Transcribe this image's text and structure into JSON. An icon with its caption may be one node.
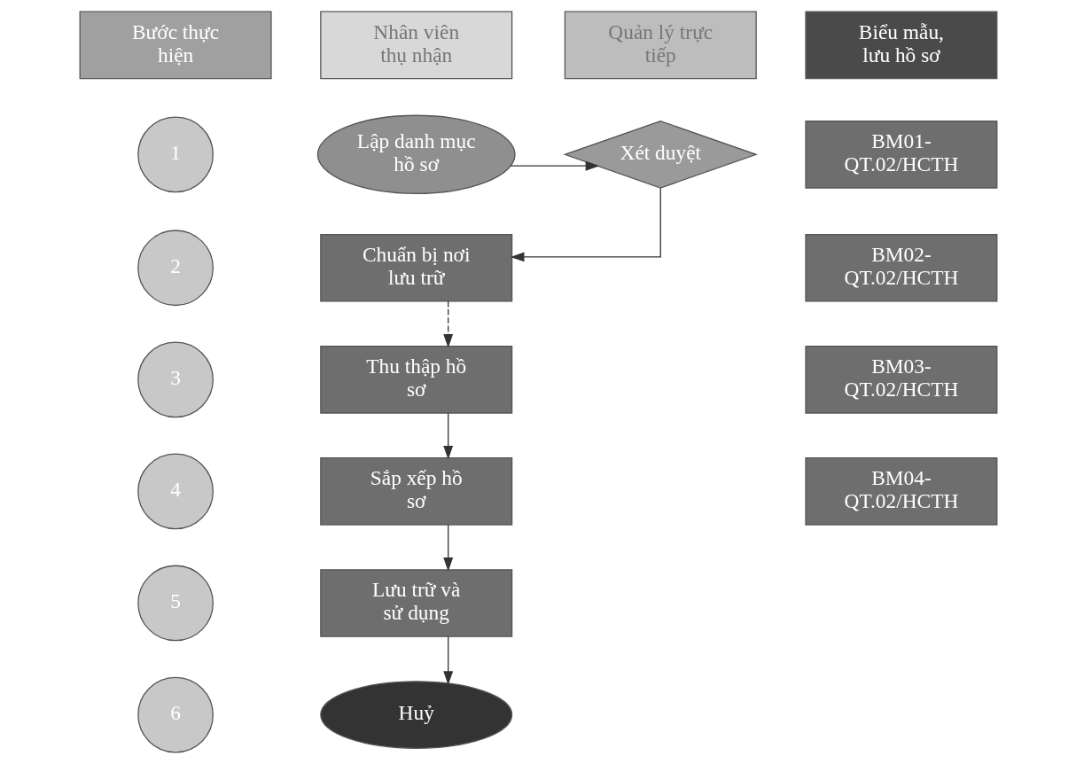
{
  "diagram": {
    "nodes": [
      {
        "text": [
          "Bước thực hiện"
        ]
      },
      {
        "text": [
          "Nhân viên thụ nhận"
        ]
      },
      {
        "text": [
          "Quản lý trực tiếp"
        ]
      },
      {
        "text": [
          "Biểu mẫu, lưu hồ sơ"
        ]
      },
      {
        "text": [
          "1"
        ]
      },
      {
        "text": [
          "Lập danh mục hồ sơ"
        ]
      },
      {
        "text": [
          "Xét duyệt"
        ]
      },
      {
        "text": [
          "BM01- QT.02/HCTH"
        ]
      },
      {
        "text": [
          "2"
        ]
      },
      {
        "text": [
          "Chuẩn bị nơi lưu trữ"
        ]
      },
      {
        "text": [
          "BM02- QT.02/HCTH"
        ]
      },
      {
        "text": [
          "3"
        ]
      },
      {
        "text": [
          "Thu thập hồ sơ"
        ]
      },
      {
        "text": [
          "BM03- QT.02/HCTH"
        ]
      },
      {
        "text": [
          "4"
        ]
      },
      {
        "text": [
          "Sắp xếp hồ sơ"
        ]
      },
      {
        "text": [
          "BM04- QT.02/HCTH"
        ]
      },
      {
        "text": [
          "5"
        ]
      },
      {
        "text": [
          "Lưu trữ và sử dụng"
        ]
      },
      {
        "text": [
          "6"
        ]
      },
      {
        "text": [
          "Huỷ"
        ]
      }
    ],
    "edges": [
      {
        "from": 5,
        "to": 6,
        "arrow": "to"
      },
      {
        "from": 6,
        "to": 9,
        "arrow": "to"
      },
      {
        "from": 9,
        "to": 12,
        "arrow": "to",
        "style": "dashed"
      },
      {
        "from": 12,
        "to": 15,
        "arrow": "to"
      },
      {
        "from": 15,
        "to": 18,
        "arrow": "to"
      },
      {
        "from": 18,
        "to": 20,
        "arrow": "to"
      }
    ]
  }
}
